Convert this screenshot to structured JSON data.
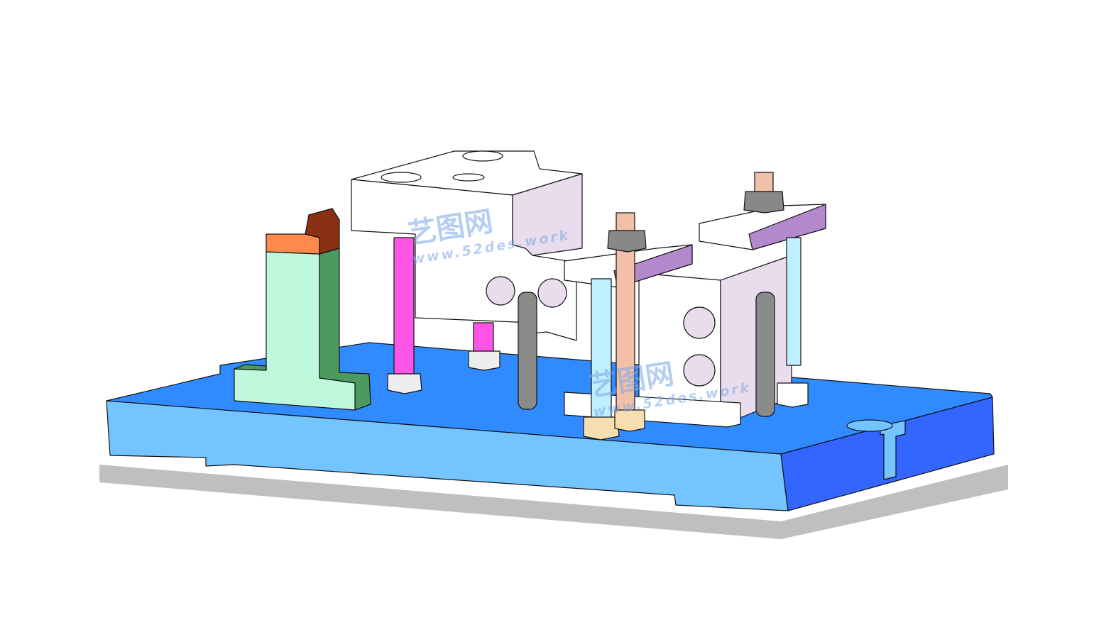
{
  "scene": {
    "title": "CAD fixture assembly render",
    "colors": {
      "base_top": "#2f8bff",
      "base_front": "#74c4ff",
      "base_side": "#3366ff",
      "green_front": "#bff9dd",
      "green_side": "#4c9a5e",
      "orange_top": "#ff8a4c",
      "orange_side": "#8a3014",
      "white_part": "#ffffff",
      "purple_face": "#e9dcec",
      "purple_top": "#b388cc",
      "magenta_pin": "#ff55e6",
      "gray_pin": "#8a8a8a",
      "cyan_rod": "#bff0ff",
      "peach_rod": "#f2c0a8"
    }
  },
  "watermark": {
    "brand": "艺图网",
    "url": "www.52des.work"
  }
}
